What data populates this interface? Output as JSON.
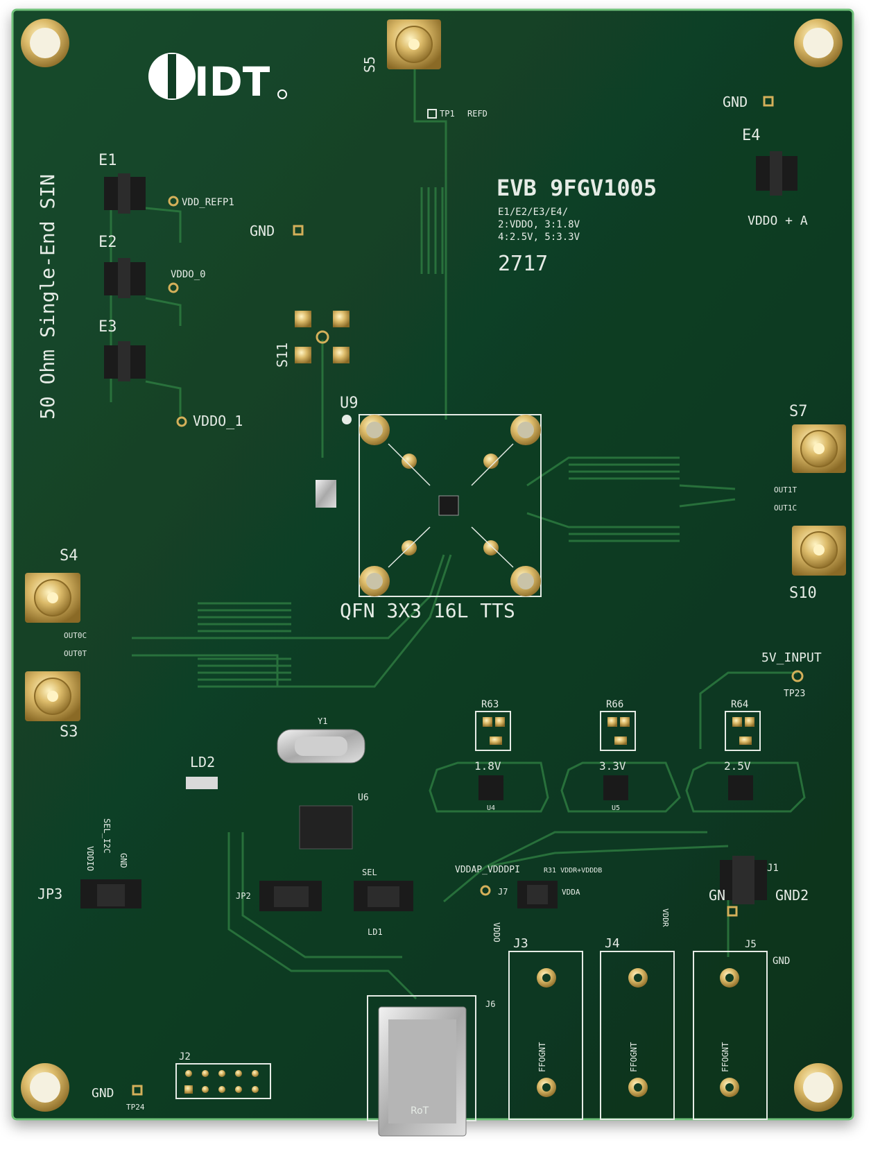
{
  "board": {
    "logo": "IDT",
    "title": "EVB 9FGV1005",
    "jumper_legend": [
      "E1/E2/E3/E4/",
      "2:VDDO, 3:1.8V",
      "4:2.5V, 5:3.3V"
    ],
    "date_code": "2717",
    "side_label": "50 Ohm Single-End SIN",
    "package_label": "QFN 3X3 16L TTS",
    "colors": {
      "pcb": "#103d24",
      "silkscreen": "#e6ece6",
      "gold": "#d4b05a",
      "trace": "#2d7a40"
    }
  },
  "connectors": {
    "s5": "S5",
    "s7": "S7",
    "s10": "S10",
    "s4": "S4",
    "s3": "S3",
    "s11": "S11"
  },
  "jumpers": {
    "e1": "E1",
    "e2": "E2",
    "e3": "E3",
    "e4": "E4",
    "jp3": "JP3",
    "jp2": "JP2",
    "j1": "J1",
    "j2": "J2",
    "j3": "J3",
    "j4": "J4",
    "j5": "J5",
    "j6": "J6",
    "j7": "J7"
  },
  "labels": {
    "gnd_top_right": "GND",
    "gnd_left": "GND",
    "gnd_bottom": "GND",
    "gnd_j5": "GND",
    "gnd_jp3": "GND",
    "gnd2": "GND2",
    "gn": "GN",
    "vddo_a": "VDDO + A",
    "vdd_refp1": "VDD_REFP1",
    "vddo_0": "VDDO_0",
    "vddo_1": "VDDO_1",
    "u9": "U9",
    "u6": "U6",
    "ld2": "LD2",
    "ld1": "LD1",
    "sel": "SEL",
    "sel_i2c": "SEL_I2C",
    "vddio": "VDDIO",
    "input_5v": "5V_INPUT",
    "tp23": "TP23",
    "tp24": "TP24",
    "tp1": "TP1",
    "refd": "REFD",
    "r63": "R63",
    "r66": "R66",
    "r64": "R64",
    "v18": "1.8V",
    "v33": "3.3V",
    "v25": "2.5V",
    "u4": "U4",
    "u5": "U5",
    "y1": "Y1",
    "outs1": "OUT1T",
    "outs1c": "OUT1C",
    "outs0c": "OUT0C",
    "outs0t": "OUT0T",
    "vddap": "VDDAP_VDDDPI",
    "vdda": "VDDA",
    "vddo": "VDDO",
    "vddr": "VDDR",
    "rdn": "R31 VDDR+VDDDB",
    "fp": "FFOGNT",
    "jack_tag": "RoT"
  }
}
